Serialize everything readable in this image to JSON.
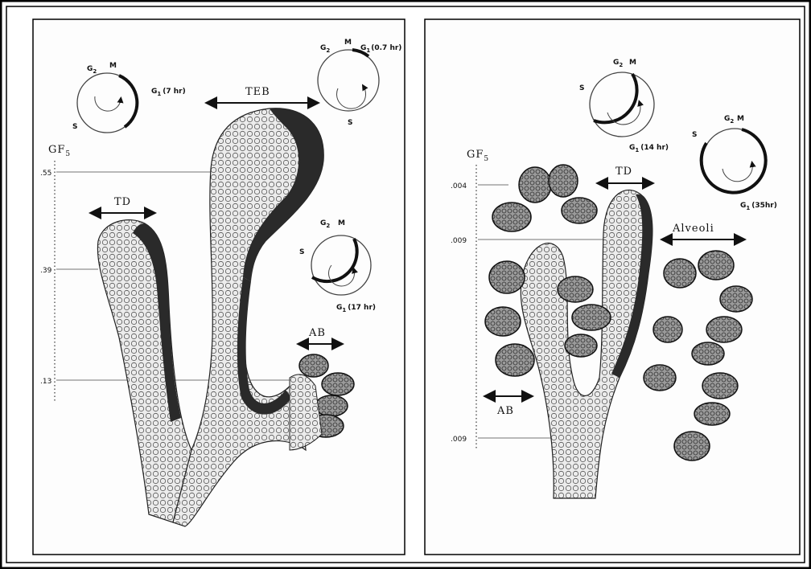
{
  "left_panel": {
    "labels": {
      "teb": "TEB",
      "td": "TD",
      "ab": "AB",
      "gf": "GF",
      "gf_sub": "5"
    },
    "gf_ticks": [
      ".55",
      ".39",
      ".13"
    ],
    "cycles": [
      {
        "g2": "G",
        "g2_sub": "2",
        "m": "M",
        "g1": "G",
        "g1_sub": "1",
        "g1_time": "(7 hr)",
        "s": "S"
      },
      {
        "g2": "G",
        "g2_sub": "2",
        "m": "M",
        "g1": "G",
        "g1_sub": "1",
        "g1_time": "(0.7 hr)",
        "s": "S"
      },
      {
        "g2": "G",
        "g2_sub": "2",
        "m": "M",
        "g1": "G",
        "g1_sub": "1",
        "g1_time": "(17 hr)",
        "s": "S"
      }
    ]
  },
  "right_panel": {
    "labels": {
      "td": "TD",
      "alveoli": "Alveoli",
      "ab": "AB",
      "gf": "GF",
      "gf_sub": "5"
    },
    "gf_ticks": [
      ".004",
      ".009",
      ".009"
    ],
    "cycles": [
      {
        "g2": "G",
        "g2_sub": "2",
        "m": "M",
        "g1": "G",
        "g1_sub": "1",
        "g1_time": "(14 hr)",
        "s": "S"
      },
      {
        "g2": "G",
        "g2_sub": "2",
        "m": "M",
        "g1": "G",
        "g1_sub": "1",
        "g1_time": "(35hr)",
        "s": "S"
      }
    ]
  },
  "colors": {
    "frame": "#000000",
    "ink": "#1a1a1a",
    "tissue_light": "#e9e9e9",
    "tissue_dark": "#2a2a2a"
  }
}
